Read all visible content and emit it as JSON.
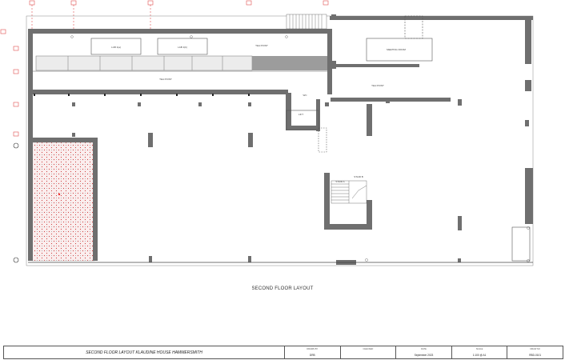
{
  "page_title": "SECOND FLOOR LAYOUT",
  "rooms": {
    "room_a": "LAB 1(a)",
    "room_b": "LAB 1(b)",
    "tea_point_top": "TEA POINT",
    "tea_point_mid": "TEA POINT",
    "meeting_room": "MEETING ROOM",
    "room_tr": "TEA POINT",
    "stair_labels": [
      "STAIR A",
      "STAIR B"
    ],
    "sm1": "WC",
    "sm2": "LIFT"
  },
  "title_block": {
    "description": "SECOND FLOOR LAYOUT KLAUDINE HOUSE HAMMERSMITH",
    "columns": [
      {
        "header": "DRAWN BY",
        "value": "DRB"
      },
      {
        "header": "CHECKED",
        "value": ""
      },
      {
        "header": "DATE",
        "value": "September 2023"
      },
      {
        "header": "SCALE",
        "value": "1:100 @ A1"
      },
      {
        "header": "DRAW NO",
        "value": "RBD-0101"
      }
    ]
  },
  "colors": {
    "wall": "#6f6f6f",
    "wall_light": "#9c9c9c",
    "hatch": "#d94c4c",
    "grid": "#e05050",
    "line": "#444444"
  }
}
